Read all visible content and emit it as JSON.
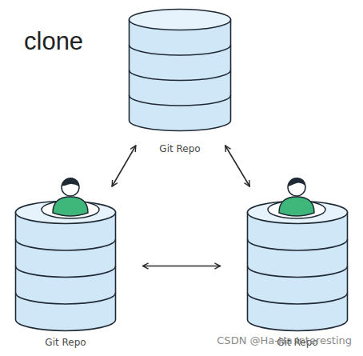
{
  "diagram": {
    "title": "clone",
    "nodes": [
      {
        "text": [
          "Git Repo"
        ]
      },
      {
        "text": [
          "Git Repo"
        ]
      },
      {
        "text": [
          "Git Repo"
        ]
      }
    ],
    "edges": [
      {
        "from": 0,
        "to": 1,
        "arrow": "both"
      },
      {
        "from": 0,
        "to": 2,
        "arrow": "both"
      },
      {
        "from": 1,
        "to": 2,
        "arrow": "both"
      }
    ],
    "labels": [
      "CSDN @Ha-Ha Interesting"
    ]
  }
}
